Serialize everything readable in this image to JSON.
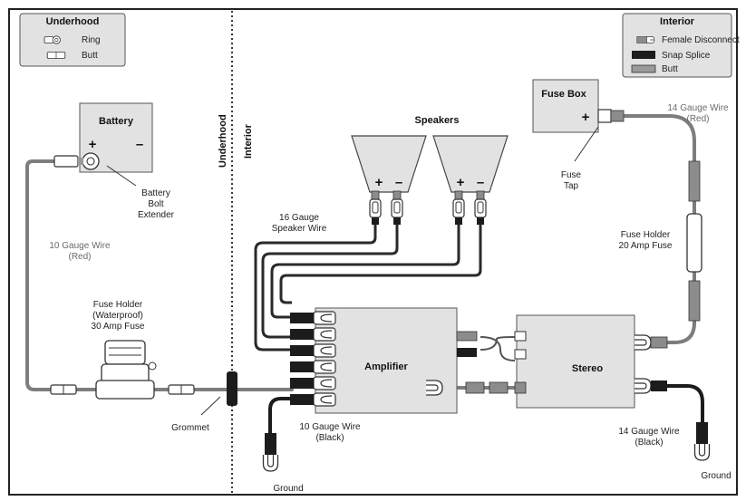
{
  "legend_underhood": {
    "title": "Underhood",
    "items": [
      "Ring",
      "Butt"
    ]
  },
  "legend_interior": {
    "title": "Interior",
    "items": [
      "Female Disconnect",
      "Snap Splice",
      "Butt"
    ]
  },
  "zones": {
    "underhood": "Underhood",
    "interior": "Interior"
  },
  "battery": {
    "title": "Battery",
    "plus": "+",
    "minus": "–",
    "bolt_label_1": "Battery",
    "bolt_label_2": "Bolt",
    "bolt_label_3": "Extender"
  },
  "wires": {
    "ten_gauge_red_1": "10 Gauge Wire",
    "ten_gauge_red_2": "(Red)",
    "sixteen_gauge_1": "16 Gauge",
    "sixteen_gauge_2": "Speaker Wire",
    "ten_gauge_black_1": "10 Gauge Wire",
    "ten_gauge_black_2": "(Black)",
    "fourteen_red_1": "14 Gauge Wire",
    "fourteen_red_2": "(Red)",
    "fourteen_black_1": "14 Gauge Wire",
    "fourteen_black_2": "(Black)"
  },
  "fuse_holder_underhood": {
    "line1": "Fuse Holder",
    "line2": "(Waterproof)",
    "line3": "30 Amp Fuse"
  },
  "fuse_holder_interior": {
    "line1": "Fuse Holder",
    "line2": "20 Amp Fuse"
  },
  "grommet": "Grommet",
  "speakers": {
    "title": "Speakers",
    "plus": "+",
    "minus": "–"
  },
  "amplifier": "Amplifier",
  "stereo": "Stereo",
  "fuse_box": {
    "title": "Fuse Box",
    "plus": "+",
    "tap_1": "Fuse",
    "tap_2": "Tap"
  },
  "ground_left": "Ground",
  "ground_right": "Ground"
}
